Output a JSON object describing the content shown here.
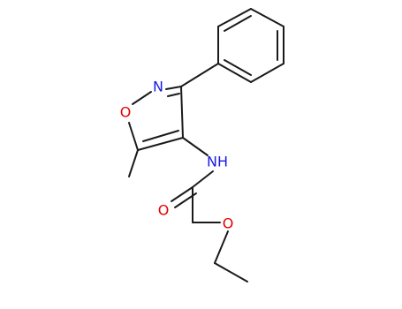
{
  "molecule": {
    "atoms": [
      {
        "id": "N1",
        "label": "N",
        "color": "#1a1ae6"
      },
      {
        "id": "O1",
        "label": "O",
        "color": "#e60000"
      },
      {
        "id": "N2",
        "label": "NH",
        "color": "#1a1ae6"
      },
      {
        "id": "O2",
        "label": "O",
        "color": "#e60000"
      },
      {
        "id": "O3",
        "label": "O",
        "color": "#e60000"
      }
    ],
    "bond_color": "#1a1a1a"
  }
}
